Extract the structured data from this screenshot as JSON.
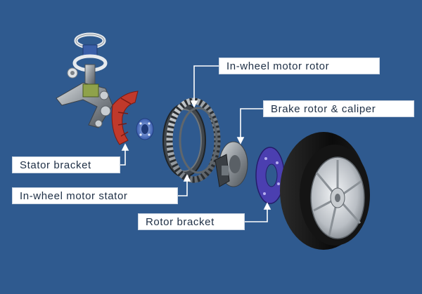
{
  "labels": {
    "in_wheel_motor_rotor": "In-wheel motor rotor",
    "brake_rotor_caliper": "Brake rotor & caliper",
    "stator_bracket": "Stator bracket",
    "in_wheel_motor_stator": "In-wheel motor stator",
    "rotor_bracket": "Rotor bracket"
  },
  "colors": {
    "background": "#2f5a8f",
    "label_background": "#ffffff",
    "leader_line": "#ffffff",
    "stator_bracket_part": "#c0392b",
    "rotor_bracket_part": "#4b3fb0",
    "motor_metal": "#8a9096",
    "tire": "#0d0d0d",
    "rim": "#c8ccd0"
  }
}
